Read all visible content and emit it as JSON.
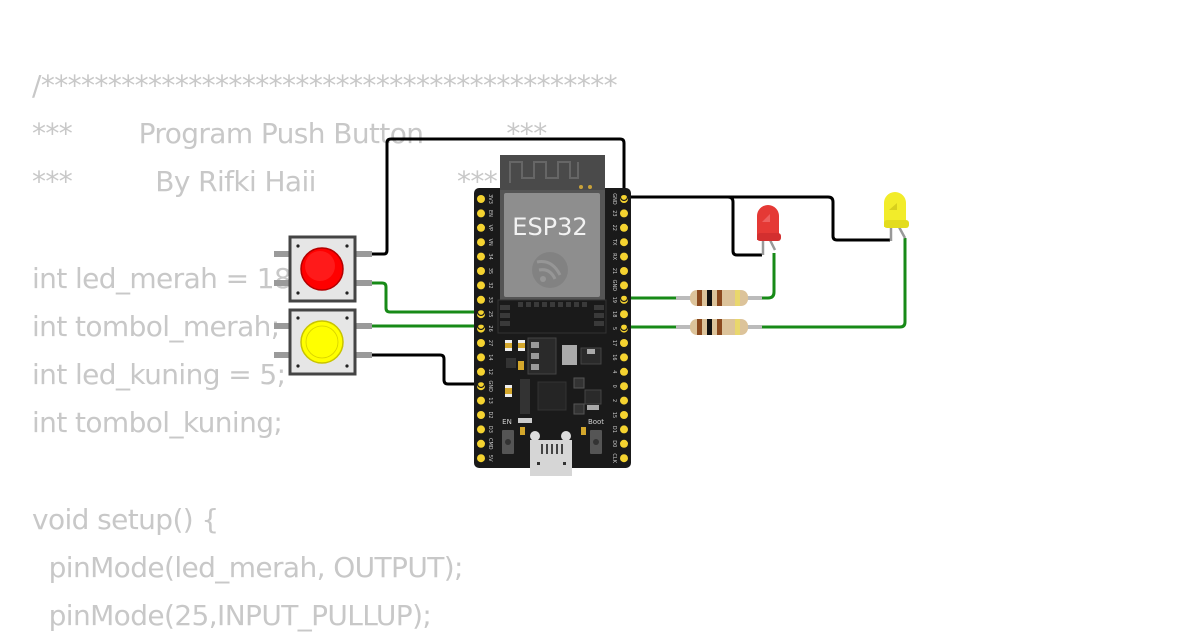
{
  "code": {
    "lines": [
      "/*******************************************",
      "***        Program Push Button          ***",
      "***          By Rifki Haii                 ***",
      "",
      "int led_merah = 18;",
      "int tombol_merah;",
      "int led_kuning = 5;",
      "int tombol_kuning;",
      "",
      "void setup() {",
      "  pinMode(led_merah, OUTPUT);",
      "  pinMode(25,INPUT_PULLUP);"
    ]
  },
  "board": {
    "name": "ESP32",
    "boot_label": "Boot",
    "en_label": "EN",
    "left_pins": [
      "3V3",
      "EN",
      "VP",
      "VN",
      "34",
      "35",
      "32",
      "33",
      "25",
      "26",
      "27",
      "14",
      "12",
      "GND",
      "13",
      "D2",
      "D3",
      "CMD",
      "5V"
    ],
    "right_pins": [
      "GND",
      "23",
      "22",
      "TX",
      "RX",
      "21",
      "GND",
      "19",
      "18",
      "5",
      "17",
      "16",
      "4",
      "0",
      "2",
      "15",
      "D1",
      "D0",
      "CLK"
    ]
  },
  "components": {
    "button_red": {
      "color": "#ff0000"
    },
    "button_yellow": {
      "color": "#ffff00"
    },
    "led_red": {
      "color": "#e53935"
    },
    "led_yellow": {
      "color": "#f2ec2a"
    }
  },
  "wires": {
    "signal_color": "#178a17",
    "ground_color": "#000000"
  }
}
